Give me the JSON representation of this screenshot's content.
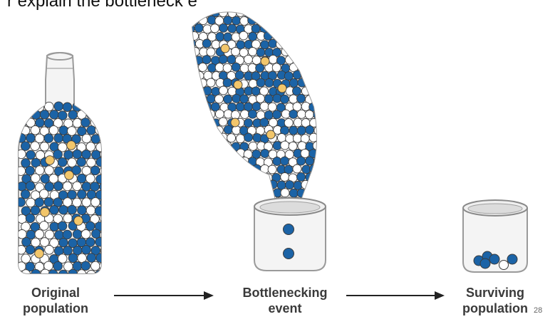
{
  "header_fragment": "r explain the bottleneck e",
  "stages": [
    {
      "line1": "Original",
      "line2": "population"
    },
    {
      "line1": "Bottlenecking",
      "line2": "event"
    },
    {
      "line1": "Surviving",
      "line2": "population"
    }
  ],
  "page_number": "28",
  "colors": {
    "blue": "#1b63a6",
    "white": "#ffffff",
    "yellow": "#f2c66b",
    "outline": "#3b3b3b",
    "glass": "#9a9a9a",
    "arrow": "#222222"
  },
  "icons": [
    "glass-bottle-icon",
    "tilted-bottle-icon",
    "glass-jar-icon",
    "arrow-right-icon",
    "bead-icon"
  ]
}
